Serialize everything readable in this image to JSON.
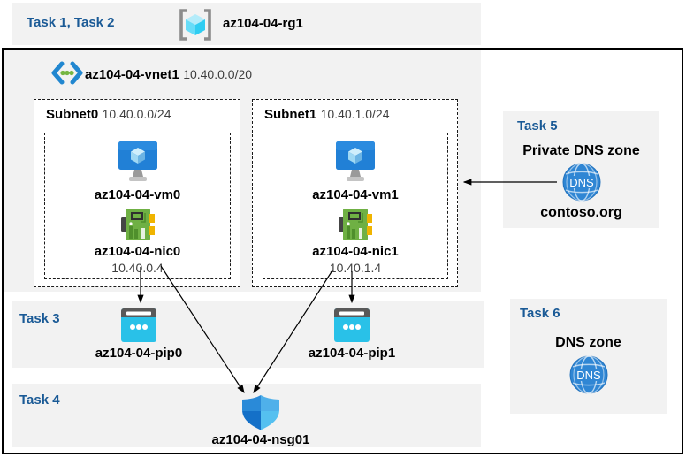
{
  "header": {
    "tasks_label": "Task 1, Task 2",
    "resource_group_name": "az104-04-rg1"
  },
  "vnet": {
    "name": "az104-04-vnet1",
    "cidr": "10.40.0.0/20",
    "subnets": [
      {
        "name": "Subnet0",
        "cidr": "10.40.0.0/24",
        "vm_name": "az104-04-vm0",
        "nic_name": "az104-04-nic0",
        "nic_ip": "10.40.0.4"
      },
      {
        "name": "Subnet1",
        "cidr": "10.40.1.0/24",
        "vm_name": "az104-04-vm1",
        "nic_name": "az104-04-nic1",
        "nic_ip": "10.40.1.4"
      }
    ]
  },
  "task3": {
    "label": "Task 3",
    "pip0_name": "az104-04-pip0",
    "pip1_name": "az104-04-pip1"
  },
  "task4": {
    "label": "Task 4",
    "nsg_name": "az104-04-nsg01"
  },
  "task5": {
    "label": "Task 5",
    "title": "Private DNS zone",
    "zone_name": "contoso.org",
    "dns_badge": "DNS"
  },
  "task6": {
    "label": "Task 6",
    "title": "DNS zone",
    "dns_badge": "DNS"
  },
  "colors": {
    "panel_gray": "#f2f2f2",
    "task_label_blue": "#1a5a96",
    "frame_black": "#000000",
    "vm_screen_blue": "#2180d6",
    "nic_green": "#6fb044",
    "nic_yellow": "#f0b400",
    "pip_cyan": "#29c1e8",
    "pip_bar_gray": "#595959",
    "dns_globe_blue": "#2f86d4",
    "shield_blues": [
      "#2a8ad8",
      "#4fb0ea",
      "#1470c8",
      "#55c0f0"
    ],
    "vnet_chevron_blue": "#2187d0",
    "vnet_dot_green": "#76b643",
    "rg_cube_cyan": "#2fcdf2",
    "rg_bracket_gray": "#8c8c8c"
  }
}
